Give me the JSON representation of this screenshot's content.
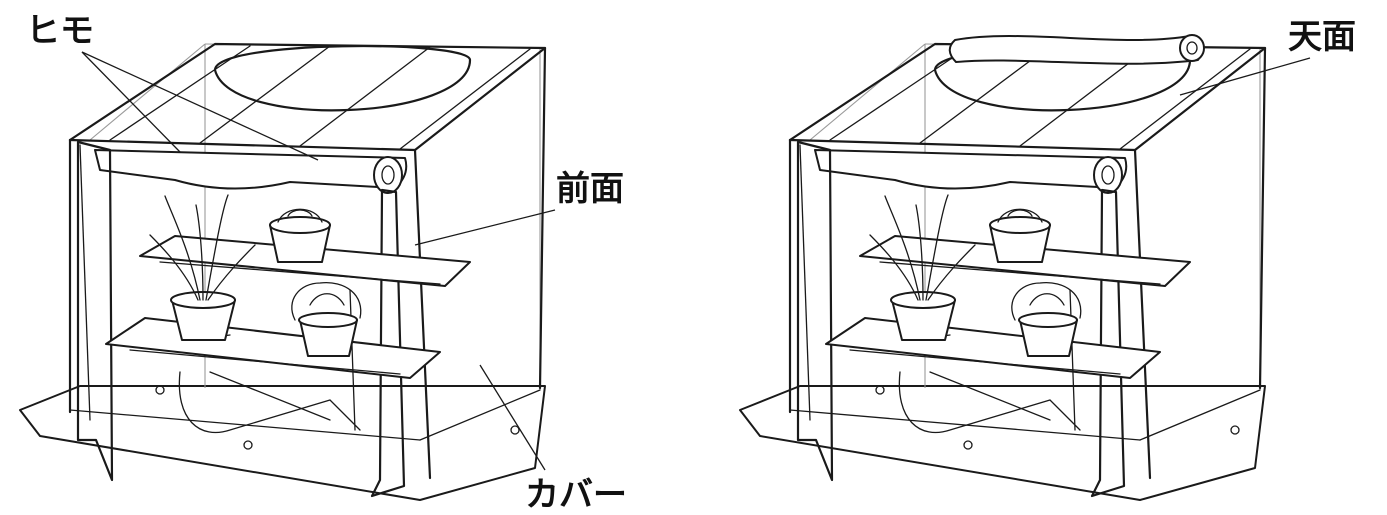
{
  "figure": {
    "left_panel": {
      "labels": {
        "string": "ヒモ",
        "front": "前面",
        "cover": "カバー"
      }
    },
    "right_panel": {
      "labels": {
        "top": "天面"
      }
    }
  }
}
